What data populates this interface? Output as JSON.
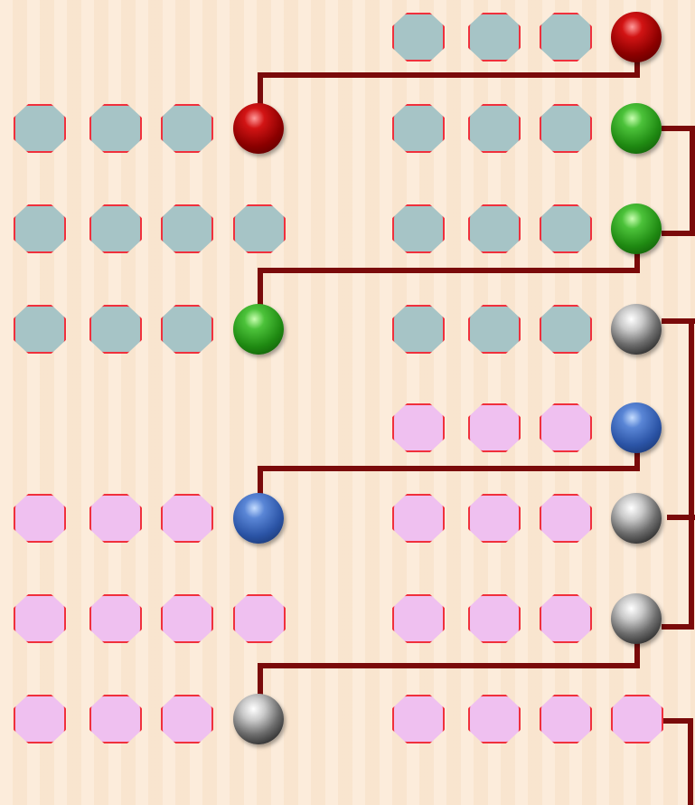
{
  "colors": {
    "background": "#fbe8d3",
    "connector": "#7a0a0a",
    "slot_border": "#f0303c",
    "slot_gray": "#a6c4c6",
    "slot_pink": "#efc0f0"
  },
  "left_rows": [
    {
      "slots": [
        "gray",
        "gray",
        "gray"
      ],
      "ball": "red"
    },
    {
      "slots": [
        "gray",
        "gray",
        "gray",
        "gray"
      ],
      "ball": null
    },
    {
      "slots": [
        "gray",
        "gray",
        "gray"
      ],
      "ball": "green"
    },
    {
      "slots": [
        "pink",
        "pink",
        "pink"
      ],
      "ball": "blue"
    },
    {
      "slots": [
        "pink",
        "pink",
        "pink",
        "pink"
      ],
      "ball": null
    },
    {
      "slots": [
        "pink",
        "pink",
        "pink"
      ],
      "ball": "silver"
    }
  ],
  "right_rows": [
    {
      "slots": [
        "gray",
        "gray",
        "gray"
      ],
      "ball": "red"
    },
    {
      "slots": [
        "gray",
        "gray",
        "gray"
      ],
      "ball": "green"
    },
    {
      "slots": [
        "gray",
        "gray",
        "gray"
      ],
      "ball": "green"
    },
    {
      "slots": [
        "gray",
        "gray",
        "gray"
      ],
      "ball": "silver"
    },
    {
      "slots": [
        "pink",
        "pink",
        "pink"
      ],
      "ball": "blue"
    },
    {
      "slots": [
        "pink",
        "pink",
        "pink"
      ],
      "ball": "silver"
    },
    {
      "slots": [
        "pink",
        "pink",
        "pink"
      ],
      "ball": "silver"
    },
    {
      "slots": [
        "pink",
        "pink",
        "pink",
        "pink"
      ],
      "ball": null
    }
  ]
}
